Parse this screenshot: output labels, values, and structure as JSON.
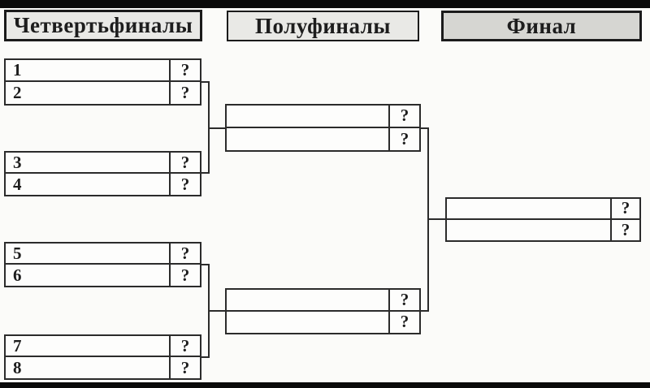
{
  "colors": {
    "page-bg": "#fbfbf9",
    "letterbox": "#0a0a0a",
    "line": "#2b2b2b",
    "text": "#1d1d1d",
    "header-border": "#1b1b1b",
    "header-fill": "#e9e9e6",
    "final-header-fill": "#d6d6d2",
    "slot-fill": "#fdfdfc"
  },
  "headers": {
    "quarterfinals": "Четвертьфиналы",
    "semifinals": "Полуфиналы",
    "final": "Финал"
  },
  "bracket": {
    "quarterfinal_slots": [
      {
        "seed": "1",
        "result": "?"
      },
      {
        "seed": "2",
        "result": "?"
      },
      {
        "seed": "3",
        "result": "?"
      },
      {
        "seed": "4",
        "result": "?"
      },
      {
        "seed": "5",
        "result": "?"
      },
      {
        "seed": "6",
        "result": "?"
      },
      {
        "seed": "7",
        "result": "?"
      },
      {
        "seed": "8",
        "result": "?"
      }
    ],
    "semifinal_slots": [
      {
        "name": "",
        "result": "?"
      },
      {
        "name": "",
        "result": "?"
      },
      {
        "name": "",
        "result": "?"
      },
      {
        "name": "",
        "result": "?"
      }
    ],
    "final_slots": [
      {
        "name": "",
        "result": "?"
      },
      {
        "name": "",
        "result": "?"
      }
    ]
  }
}
